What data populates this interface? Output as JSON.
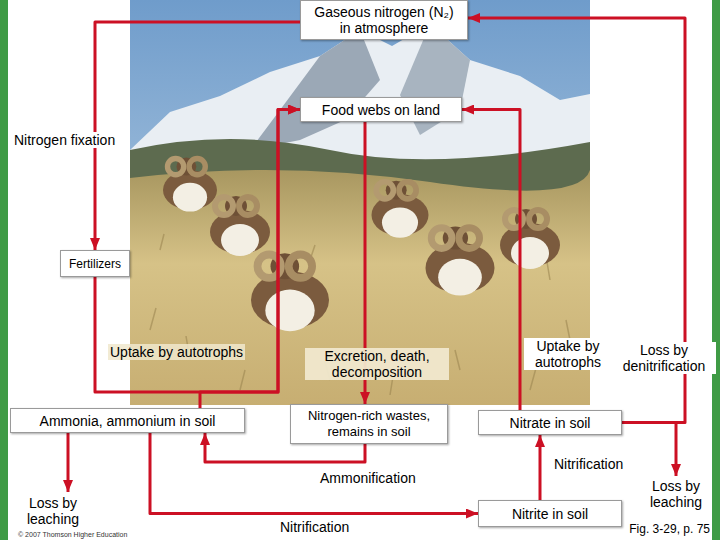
{
  "diagram": {
    "caption": "Fig. 3-29, p. 75",
    "nodes": [
      {
        "text": [
          "Gaseous nitrogen (N₂) in atmosphere"
        ]
      },
      {
        "text": [
          "Food webs on land"
        ]
      },
      {
        "text": [
          "Fertilizers"
        ]
      },
      {
        "text": [
          "Ammonia, ammonium in soil"
        ]
      },
      {
        "text": [
          "Nitrogen-rich wastes, remains in soil"
        ]
      },
      {
        "text": [
          "Nitrate in soil"
        ]
      },
      {
        "text": [
          "Nitrite in soil"
        ]
      }
    ],
    "edges": [
      {
        "from": 0,
        "to": 2,
        "label": "Nitrogen fixation",
        "arrow": "to"
      },
      {
        "from": 2,
        "to": 1,
        "arrow": "to"
      },
      {
        "from": 3,
        "to": 1,
        "label": "Uptake by autotrophs",
        "arrow": "to"
      },
      {
        "from": 1,
        "to": 4,
        "label": "Excretion, death, decomposition",
        "arrow": "to"
      },
      {
        "from": 4,
        "to": 3,
        "label": "Ammonification",
        "arrow": "to"
      },
      {
        "from": 3,
        "to": 6,
        "label": "Nitrification",
        "arrow": "to"
      },
      {
        "from": 6,
        "to": 5,
        "label": "Nitrification",
        "arrow": "to"
      },
      {
        "from": 5,
        "to": 1,
        "label": "Uptake by autotrophs",
        "arrow": "to"
      },
      {
        "from": 5,
        "to": 0,
        "label": "Loss by denitrification",
        "arrow": "to"
      }
    ],
    "labels": [
      "Loss by leaching",
      "Loss by leaching",
      "© 2007 Thomson Higher Education"
    ]
  }
}
